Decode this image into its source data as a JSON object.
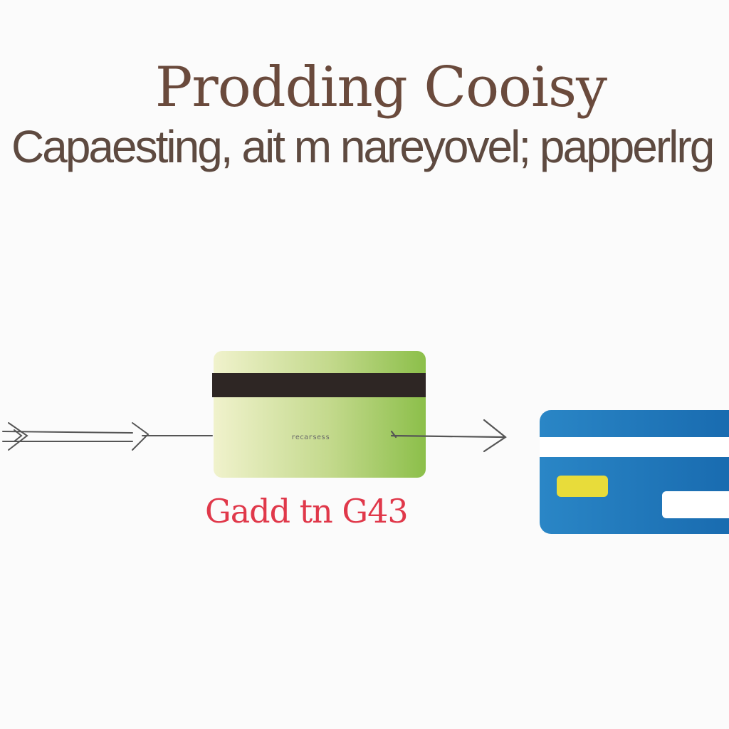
{
  "header": {
    "title": "Prodding Cooisy",
    "subtitle": "Capaesting, ait m nareyovel; papperlrg"
  },
  "source_card": {
    "label": "recarsess",
    "amount_text": "Gadd tn G43"
  },
  "colors": {
    "title": "#6a4a3c",
    "subtitle": "#5e4a40",
    "amount": "#e0384a",
    "green_card_light": "#f0f2cc",
    "green_card_dark": "#8cbf4a",
    "blue_card": "#1c7ac0",
    "chip": "#e8dc3a",
    "stripe": "#2e2624",
    "arrow": "#555555"
  },
  "icons": [
    "arrow-right-icon",
    "credit-card-icon"
  ]
}
